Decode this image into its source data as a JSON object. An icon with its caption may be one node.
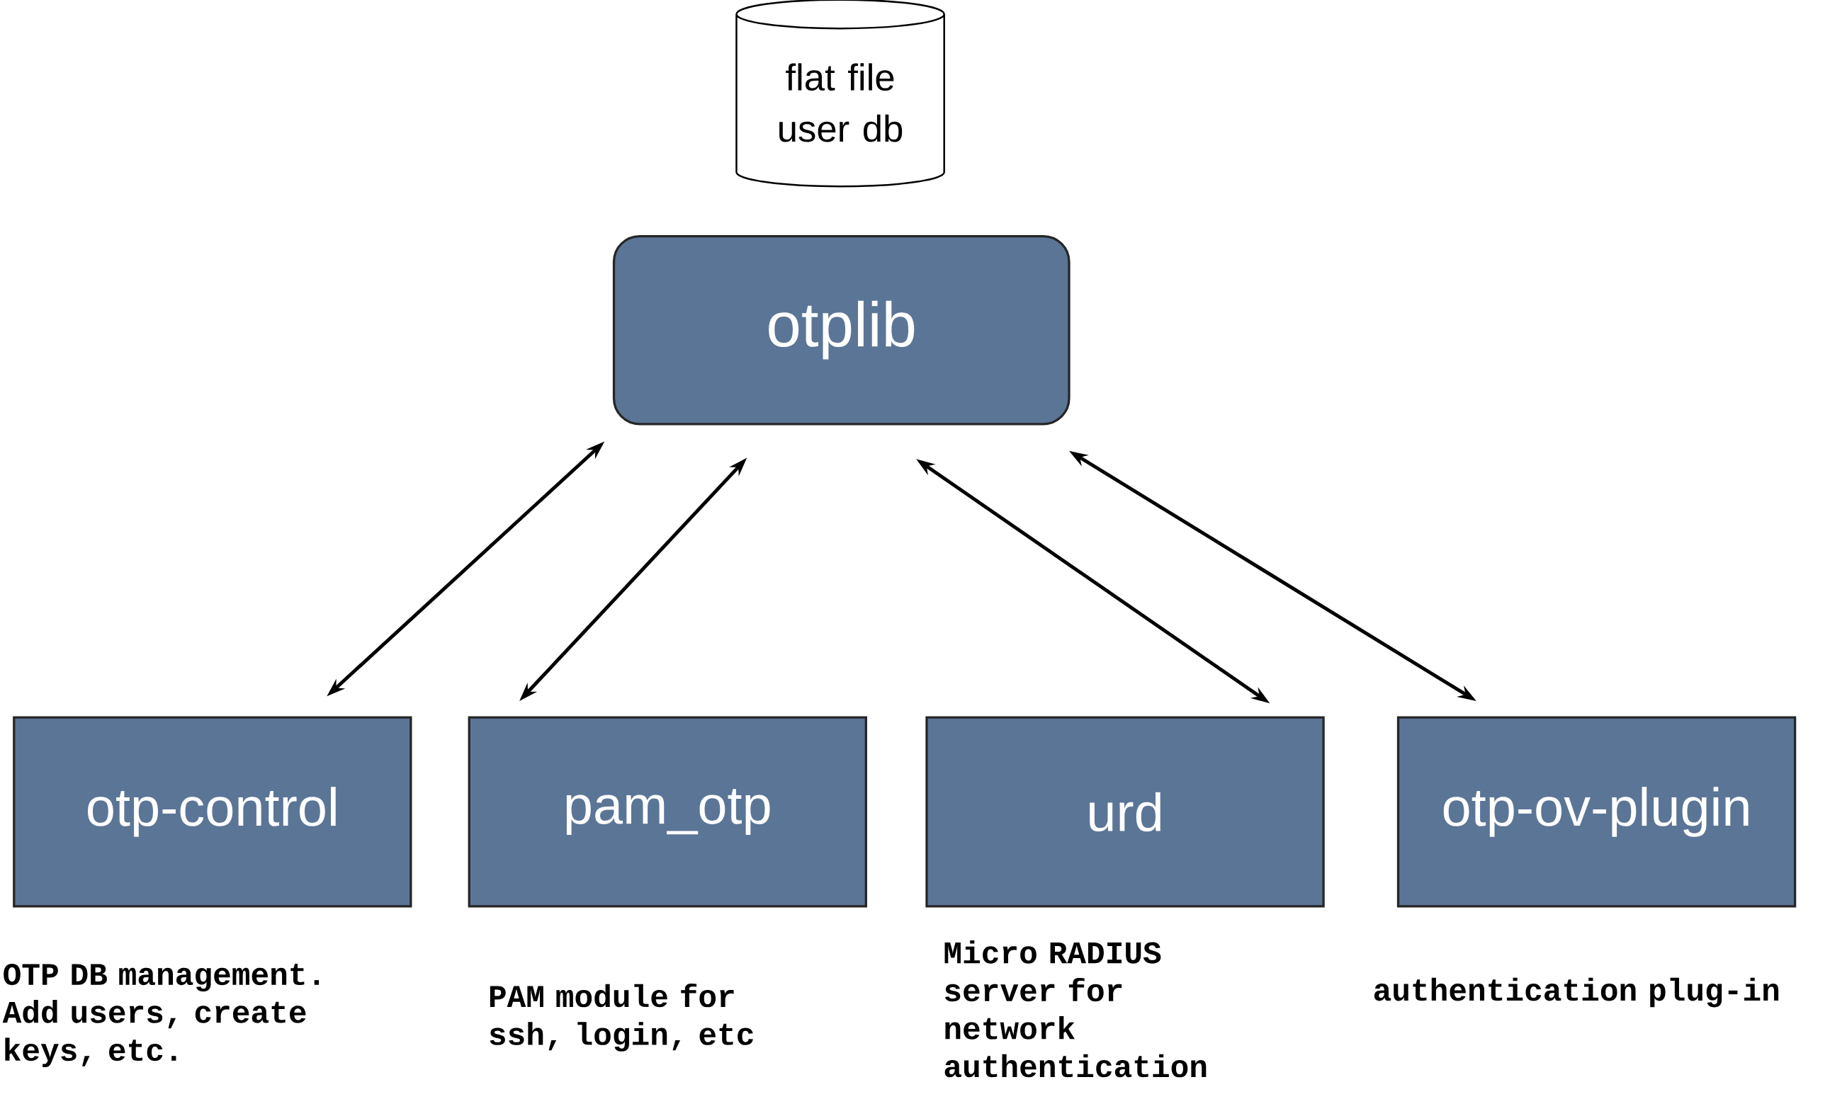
{
  "diagram": {
    "nodes": [
      {
        "text": [
          "flat file user db"
        ]
      },
      {
        "text": [
          "otplib"
        ]
      },
      {
        "text": [
          "otp-control"
        ],
        "beside": [
          "OTP DB management.  Add users, create keys, etc."
        ]
      },
      {
        "text": [
          "pam_otp"
        ],
        "beside": [
          "PAM module for ssh, login, etc"
        ]
      },
      {
        "text": [
          "urd"
        ],
        "beside": [
          "Micro RADIUS server for network authentication"
        ]
      },
      {
        "text": [
          "otp-ov-plugin"
        ],
        "beside": [
          "authentication plug-in"
        ]
      }
    ],
    "edges": [
      {
        "from": 1,
        "to": 2,
        "arrow": "both"
      },
      {
        "from": 1,
        "to": 3,
        "arrow": "both"
      },
      {
        "from": 1,
        "to": 4,
        "arrow": "both"
      },
      {
        "from": 1,
        "to": 5,
        "arrow": "both"
      }
    ]
  }
}
